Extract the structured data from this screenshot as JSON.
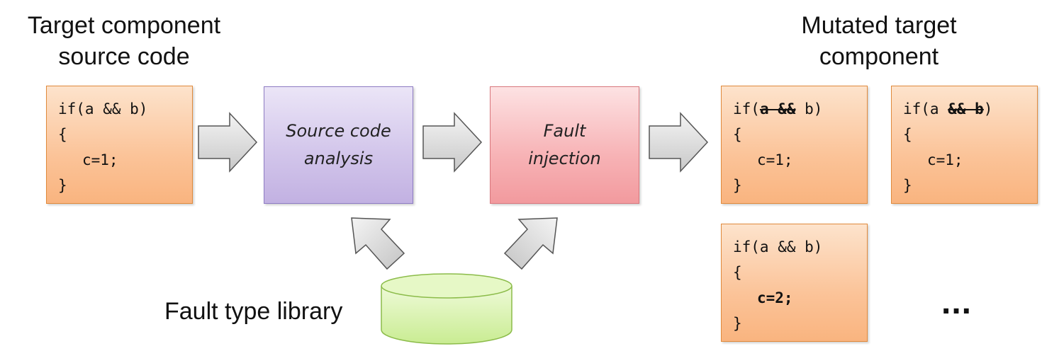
{
  "headings": {
    "source": [
      "Target component",
      "source code"
    ],
    "mutated": [
      "Mutated target",
      "component"
    ]
  },
  "source_code": {
    "line1": "if(a && b)",
    "line2": "{",
    "line3": "c=1;",
    "line4": "}"
  },
  "processes": {
    "analysis": [
      "Source code",
      "analysis"
    ],
    "injection": [
      "Fault",
      "injection"
    ]
  },
  "library": {
    "label": "Fault type library"
  },
  "mutants": [
    {
      "prefix": "if(",
      "struck": "a &&",
      "suffix": " b)",
      "brace_open": "{",
      "body": "c=1;",
      "brace_close": "}"
    },
    {
      "prefix": "if(a ",
      "struck": "&& b",
      "suffix": ")",
      "brace_open": "{",
      "body": "c=1;",
      "brace_close": "}"
    },
    {
      "line1": "if(a && b)",
      "brace_open": "{",
      "body": "c=2;",
      "brace_close": "}"
    }
  ],
  "ellipsis": "...",
  "colors": {
    "code_box": "#fbc398",
    "analysis_box": "#d1c4ea",
    "injection_box": "#f7b2b5",
    "database": "#d6f2a8",
    "arrow_fill": "#d9d9d9"
  }
}
